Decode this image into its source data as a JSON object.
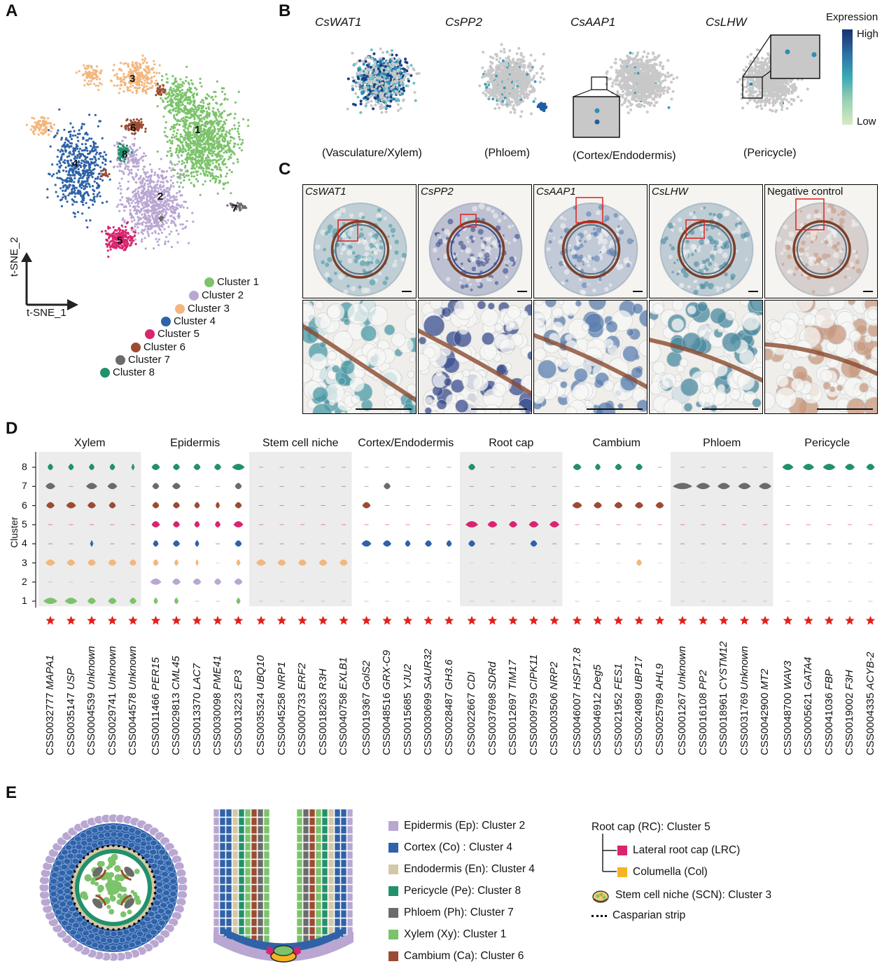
{
  "panels": {
    "A": "A",
    "B": "B",
    "C": "C",
    "D": "D",
    "E": "E"
  },
  "panelA": {
    "axis_x": "t-SNE_1",
    "axis_y": "t-SNE_2",
    "axis_prefix": "t",
    "cluster_numbers": [
      "1",
      "2",
      "3",
      "4",
      "5",
      "6",
      "7",
      "8"
    ],
    "legend": [
      {
        "label": "Cluster 1",
        "color": "#7cc36b"
      },
      {
        "label": "Cluster 2",
        "color": "#b9a7d2"
      },
      {
        "label": "Cluster 3",
        "color": "#f2b77e"
      },
      {
        "label": "Cluster 4",
        "color": "#2f62a8"
      },
      {
        "label": "Cluster 5",
        "color": "#d8256f"
      },
      {
        "label": "Cluster 6",
        "color": "#9c4b32"
      },
      {
        "label": "Cluster 7",
        "color": "#6b6b6b"
      },
      {
        "label": "Cluster 8",
        "color": "#22916b"
      }
    ]
  },
  "panelB": {
    "genes": [
      "CsWAT1",
      "CsPP2",
      "CsAAP1",
      "CsLHW"
    ],
    "captions": [
      "(Vasculature/Xylem)",
      "(Phloem)",
      "(Cortex/Endodermis)",
      "(Pericycle)"
    ],
    "colorbar": {
      "title": "Expression",
      "high": "High",
      "low": "Low",
      "high_color": "#1b2f6e",
      "low_color": "#d6ebc3"
    }
  },
  "panelC": {
    "labels": [
      "CsWAT1",
      "CsPP2",
      "CsAAP1",
      "CsLHW",
      "Negative control"
    ]
  },
  "panelD": {
    "ylabel": "Cluster",
    "yticks": [
      "8",
      "7",
      "6",
      "5",
      "4",
      "3",
      "2",
      "1"
    ],
    "groups": [
      {
        "title": "Xylem",
        "shaded": true,
        "genes": [
          {
            "id": "CSS0032777",
            "name": "MAPA1"
          },
          {
            "id": "CSS0035147",
            "name": "USP"
          },
          {
            "id": "CSS0004539",
            "name": "Unknown"
          },
          {
            "id": "CSS0029741",
            "name": "Unknown"
          },
          {
            "id": "CSS0044578",
            "name": "Unknown"
          }
        ]
      },
      {
        "title": "Epidermis",
        "shaded": false,
        "genes": [
          {
            "id": "CSS0011466",
            "name": "PER15"
          },
          {
            "id": "CSS0029813",
            "name": "CML45"
          },
          {
            "id": "CSS0013370",
            "name": "LAC7"
          },
          {
            "id": "CSS0030098",
            "name": "PME41"
          },
          {
            "id": "CSS0013223",
            "name": "EP3"
          }
        ]
      },
      {
        "title": "Stem cell niche",
        "shaded": true,
        "genes": [
          {
            "id": "CSS0035324",
            "name": "UBQ10"
          },
          {
            "id": "CSS0045258",
            "name": "NRP1"
          },
          {
            "id": "CSS0000733",
            "name": "ERF2"
          },
          {
            "id": "CSS0018263",
            "name": "R3H"
          },
          {
            "id": "CSS0040758",
            "name": "EXLB1"
          }
        ]
      },
      {
        "title": "Cortex/Endodermis",
        "shaded": false,
        "genes": [
          {
            "id": "CSS0019367",
            "name": "GolS2"
          },
          {
            "id": "CSS0048516",
            "name": "GRX-C9"
          },
          {
            "id": "CSS0015685",
            "name": "YJU2"
          },
          {
            "id": "CSS0030699",
            "name": "SAUR32"
          },
          {
            "id": "CSS0028487",
            "name": "GH3.6"
          }
        ]
      },
      {
        "title": "Root cap",
        "shaded": true,
        "genes": [
          {
            "id": "CSS0022667",
            "name": "CDI"
          },
          {
            "id": "CSS0037698",
            "name": "SDRd"
          },
          {
            "id": "CSS0012697",
            "name": "TIM17"
          },
          {
            "id": "CSS0009759",
            "name": "CIPK11"
          },
          {
            "id": "CSS0003506",
            "name": "NRP2"
          }
        ]
      },
      {
        "title": "Cambium",
        "shaded": false,
        "genes": [
          {
            "id": "CSS0046007",
            "name": "HSP17.8"
          },
          {
            "id": "CSS0046912",
            "name": "Deg5"
          },
          {
            "id": "CSS0021952",
            "name": "FES1"
          },
          {
            "id": "CSS0024089",
            "name": "UBP17"
          },
          {
            "id": "CSS0025789",
            "name": "AHL9"
          }
        ]
      },
      {
        "title": "Phloem",
        "shaded": true,
        "genes": [
          {
            "id": "CSS0001267",
            "name": "Unknown"
          },
          {
            "id": "CSS0016108",
            "name": "PP2"
          },
          {
            "id": "CSS0018961",
            "name": "CYSTM12"
          },
          {
            "id": "CSS0031769",
            "name": "Unknown"
          },
          {
            "id": "CSS0042900",
            "name": "MT2"
          }
        ]
      },
      {
        "title": "Pericycle",
        "shaded": false,
        "genes": [
          {
            "id": "CSS0048700",
            "name": "WAV3"
          },
          {
            "id": "CSS0005621",
            "name": "GATA4"
          },
          {
            "id": "CSS0041036",
            "name": "FBP"
          },
          {
            "id": "CSS0019002",
            "name": "F3H"
          },
          {
            "id": "CSS0004335",
            "name": "ACYB-2"
          }
        ]
      }
    ],
    "cluster_colors": {
      "1": "#7cc36b",
      "2": "#b9a7d2",
      "3": "#f2b77e",
      "4": "#2f62a8",
      "5": "#d8256f",
      "6": "#9c4b32",
      "7": "#6b6b6b",
      "8": "#22916b"
    }
  },
  "panelE": {
    "legend": [
      {
        "label": "Epidermis (Ep): Cluster 2",
        "color": "#b9a7d2"
      },
      {
        "label": "Cortex (Co) : Cluster 4",
        "color": "#2f62a8"
      },
      {
        "label": "Endodermis (En): Cluster 4",
        "color": "#d5c8a6"
      },
      {
        "label": "Pericycle (Pe): Cluster 8",
        "color": "#22916b"
      },
      {
        "label": "Phloem (Ph): Cluster 7",
        "color": "#6b6b6b"
      },
      {
        "label": "Xylem (Xy): Cluster 1",
        "color": "#7cc36b"
      },
      {
        "label": "Cambium (Ca): Cluster 6",
        "color": "#9c4b32"
      }
    ],
    "rootcap": "Root cap (RC): Cluster 5",
    "lrc": {
      "label": "Lateral root cap (LRC)",
      "color": "#d8256f"
    },
    "col": {
      "label": "Columella (Col)",
      "color": "#f5b325"
    },
    "scn": "Stem cell niche (SCN): Cluster 3",
    "casparian": "Casparian strip"
  }
}
